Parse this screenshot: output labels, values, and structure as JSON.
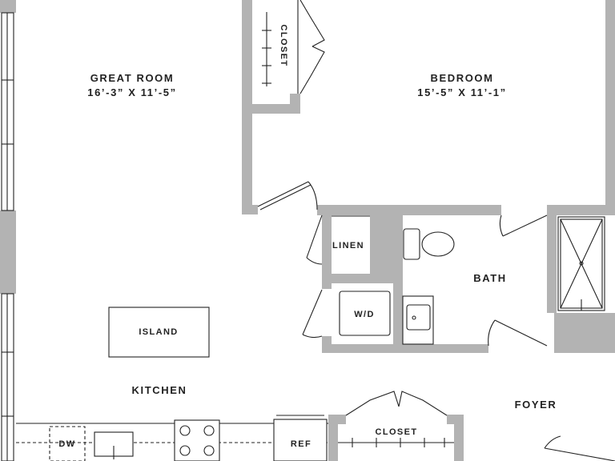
{
  "rooms": {
    "great_room": {
      "name": "GREAT ROOM",
      "dims": "16’-3” X 11’-5”"
    },
    "bedroom": {
      "name": "BEDROOM",
      "dims": "15’-5” X 11’-1”"
    },
    "closet_bedroom": "CLOSET",
    "linen": "LINEN",
    "washer_dryer": "W/D",
    "bath": "BATH",
    "island": "ISLAND",
    "kitchen": "KITCHEN",
    "foyer": "FOYER",
    "closet_foyer": "CLOSET",
    "dishwasher": "DW",
    "refrigerator": "REF"
  },
  "colors": {
    "wall": "#b3b3b3",
    "line": "#222222",
    "background": "#ffffff"
  }
}
